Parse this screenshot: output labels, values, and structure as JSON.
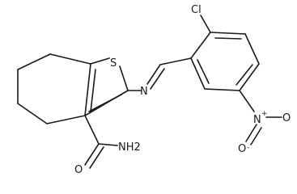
{
  "atoms": {
    "S": "S",
    "N_imine": "N",
    "Cl": "Cl",
    "N_nitro": "N",
    "N_nitro_charge": "+",
    "O_upper": "O",
    "O_lower": "O",
    "O_lower_charge": "-",
    "O_amide": "O",
    "NH2": "NH2"
  }
}
